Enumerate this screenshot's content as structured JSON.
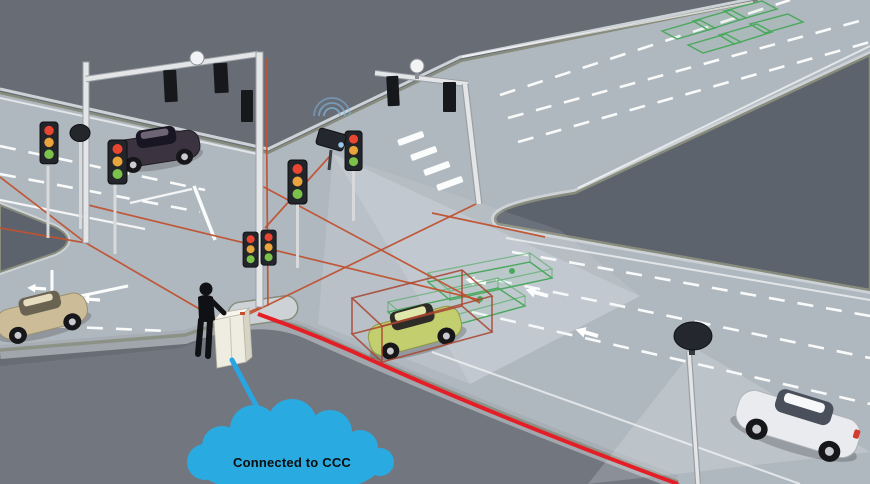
{
  "cloud": {
    "label": "Connected to CCC"
  },
  "colors": {
    "bg": "#686c75",
    "road": "#b0b8bf",
    "plaza": "#72767f",
    "sidewalk": "#a7adb4",
    "curb-light": "#cdd2d6",
    "curb-olive": "#878c7c",
    "island-dark": "#5d636d",
    "marking": "#ffffff",
    "cable-red": "#c05232",
    "alert-red": "#e41e26",
    "detect-green": "#49a85c",
    "detect-red": "#a8452f",
    "beam": "#eef3f8",
    "pole-light": "#e4e5e7",
    "pole-edge": "#9aa0a6",
    "sign-dark": "#17181b",
    "tl-red": "#ea4530",
    "tl-amber": "#eaa43c",
    "tl-green": "#7cc24a",
    "housing": "#22252a",
    "cloud-blue": "#29abe2",
    "link-blue": "#2aa5e1",
    "wifi-blue": "#7db6de",
    "car-purple": "#3b3340",
    "car-beige": "#cdbc98",
    "car-green": "#c3cf6e",
    "car-white": "#e9ebee",
    "person-dark": "#101114",
    "cabinet-front": "#efece1"
  },
  "objects": [
    "four-way-intersection",
    "overhead-gantry-left",
    "overhead-gantry-right",
    "ball-camera-left",
    "ball-camera-right",
    "wireless-junction-camera",
    "surveillance-camera-top-left",
    "pole-camera-bottom-right",
    "traffic-light-1",
    "traffic-light-2",
    "traffic-light-3",
    "traffic-light-4",
    "double-traffic-light",
    "vehicle-detection-zones-green",
    "vehicle-detection-box-red",
    "car-dark-purple",
    "car-beige",
    "car-yellow-green",
    "car-white",
    "operator-person",
    "roadside-control-cabinet",
    "network-cables-red",
    "alert-link-red",
    "cloud-link-blue",
    "control-center-cloud"
  ]
}
